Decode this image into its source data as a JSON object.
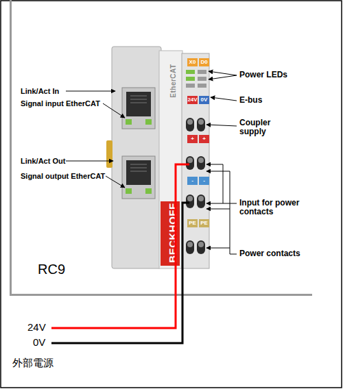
{
  "diagram": {
    "nodes": [
      {
        "text": [
          "RC9"
        ]
      },
      {
        "text": [
          "EtherCAT",
          "BECKHOFF"
        ],
        "in": 0
      },
      {
        "text": [
          "X0"
        ],
        "in": 1
      },
      {
        "text": [
          "D0"
        ],
        "in": 1
      },
      {
        "text": [
          "24V"
        ],
        "in": 1
      },
      {
        "text": [
          "0V"
        ],
        "in": 1
      },
      {
        "text": [
          "+"
        ],
        "in": 1
      },
      {
        "text": [
          "+"
        ],
        "in": 1
      },
      {
        "text": [
          "-"
        ],
        "in": 1
      },
      {
        "text": [
          "-"
        ],
        "in": 1
      },
      {
        "text": [
          "PE"
        ],
        "in": 1
      },
      {
        "text": [
          "PE"
        ],
        "in": 1
      }
    ],
    "labels": [
      "Link/Act In",
      "Signal input EtherCAT",
      "Link/Act Out",
      "Signal output EtherCAT",
      "Power LEDs",
      "E-bus",
      "Coupler supply",
      "Input for power contacts",
      "Power contacts",
      "24V",
      "0V",
      "外部電源"
    ]
  }
}
